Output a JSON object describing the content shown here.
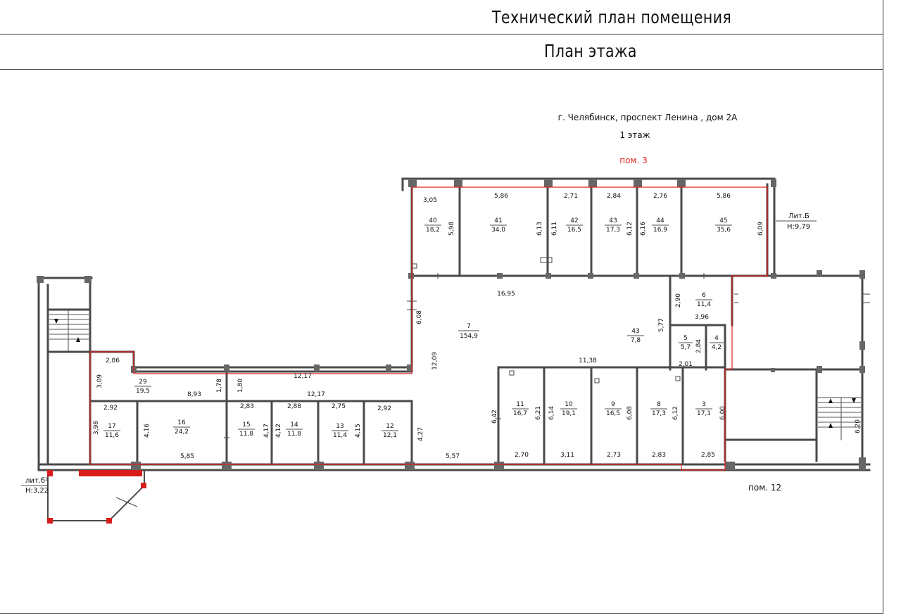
{
  "header": {
    "title": "Технический план помещения",
    "subtitle": "План этажа"
  },
  "plan": {
    "address": "г. Челябинск, проспект Ленина , дом 2А",
    "floor": "1 этаж",
    "premises": "пом. 3",
    "lit_b": "Лит.Б",
    "lit_b_height": "Н:9,79",
    "lit_b1": "лит.б¹",
    "lit_b1_height": "Н:3,22",
    "neighbor": "пом. 12",
    "highlight_color": "#e0201c",
    "rooms": [
      {
        "id": "room-40",
        "num": "40",
        "area": "18,2"
      },
      {
        "id": "room-41",
        "num": "41",
        "area": "34,0"
      },
      {
        "id": "room-42",
        "num": "42",
        "area": "16,5"
      },
      {
        "id": "room-43a",
        "num": "43",
        "area": "17,3"
      },
      {
        "id": "room-44",
        "num": "44",
        "area": "16,9"
      },
      {
        "id": "room-45",
        "num": "45",
        "area": "35,6"
      },
      {
        "id": "room-7",
        "num": "7",
        "area": "154,9"
      },
      {
        "id": "room-43b",
        "num": "43",
        "area": "7,8"
      },
      {
        "id": "room-6",
        "num": "6",
        "area": "11,4"
      },
      {
        "id": "room-5",
        "num": "5",
        "area": "5,7"
      },
      {
        "id": "room-4",
        "num": "4",
        "area": "4,2"
      },
      {
        "id": "room-29",
        "num": "29",
        "area": "19,5"
      },
      {
        "id": "room-17",
        "num": "17",
        "area": "11,6"
      },
      {
        "id": "room-16",
        "num": "16",
        "area": "24,2"
      },
      {
        "id": "room-15",
        "num": "15",
        "area": "11,8"
      },
      {
        "id": "room-14",
        "num": "14",
        "area": "11,8"
      },
      {
        "id": "room-13",
        "num": "13",
        "area": "11,4"
      },
      {
        "id": "room-12",
        "num": "12",
        "area": "12,1"
      },
      {
        "id": "room-11",
        "num": "11",
        "area": "16,7"
      },
      {
        "id": "room-10",
        "num": "10",
        "area": "19,1"
      },
      {
        "id": "room-9",
        "num": "9",
        "area": "16,5"
      },
      {
        "id": "room-8",
        "num": "8",
        "area": "17,3"
      },
      {
        "id": "room-3",
        "num": "3",
        "area": "17,1"
      }
    ],
    "dimensions": [
      "3,05",
      "5,86",
      "2,71",
      "2,84",
      "2,76",
      "5,86",
      "5,98",
      "6,13",
      "6,11",
      "6,12",
      "6,16",
      "6,09",
      "16,95",
      "2,90",
      "3,96",
      "5,77",
      "2,84",
      "2,01",
      "11,38",
      "6,08",
      "12,09",
      "2,86",
      "3,09",
      "1,78",
      "1,80",
      "12,17",
      "12,17",
      "8,93",
      "2,92",
      "3,98",
      "4,16",
      "5,85",
      "2,83",
      "4,17",
      "2,88",
      "4,12",
      "2,75",
      "4,15",
      "2,92",
      "4,27",
      "5,57",
      "6,42",
      "6,21",
      "6,14",
      "6,08",
      "6,12",
      "6,00",
      "2,70",
      "3,11",
      "2,73",
      "2,83",
      "2,85",
      "6,20"
    ]
  }
}
